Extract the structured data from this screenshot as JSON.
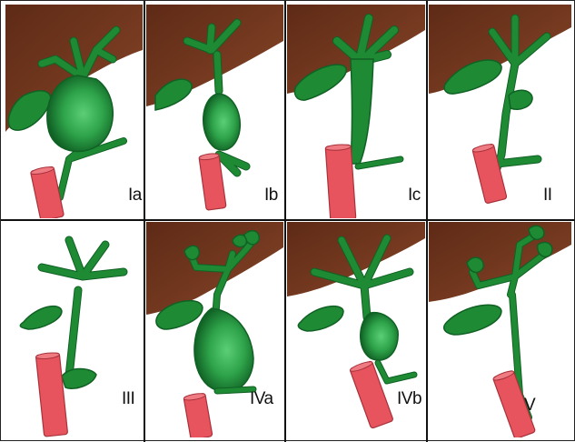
{
  "colors": {
    "liver_dark": "#5e2a16",
    "liver_light": "#b07a5e",
    "duct": "#1e8a34",
    "duct_dark": "#106124",
    "cyst_center": "#5ccf76",
    "duodenum": "#e8545e",
    "duodenum_dark": "#a7323b",
    "divider": "#111111"
  },
  "panels": [
    {
      "label": "Ia",
      "variant": "cyst_large"
    },
    {
      "label": "Ib",
      "variant": "cyst_small"
    },
    {
      "label": "Ic",
      "variant": "fusiform"
    },
    {
      "label": "II",
      "variant": "diverticulum"
    },
    {
      "label": "III",
      "variant": "choledochocele"
    },
    {
      "label": "IVa",
      "variant": "cyst_intrahepatic"
    },
    {
      "label": "IVb",
      "variant": "cyst_extra_multiple"
    },
    {
      "label": "V",
      "variant": "intrahepatic_only"
    }
  ]
}
